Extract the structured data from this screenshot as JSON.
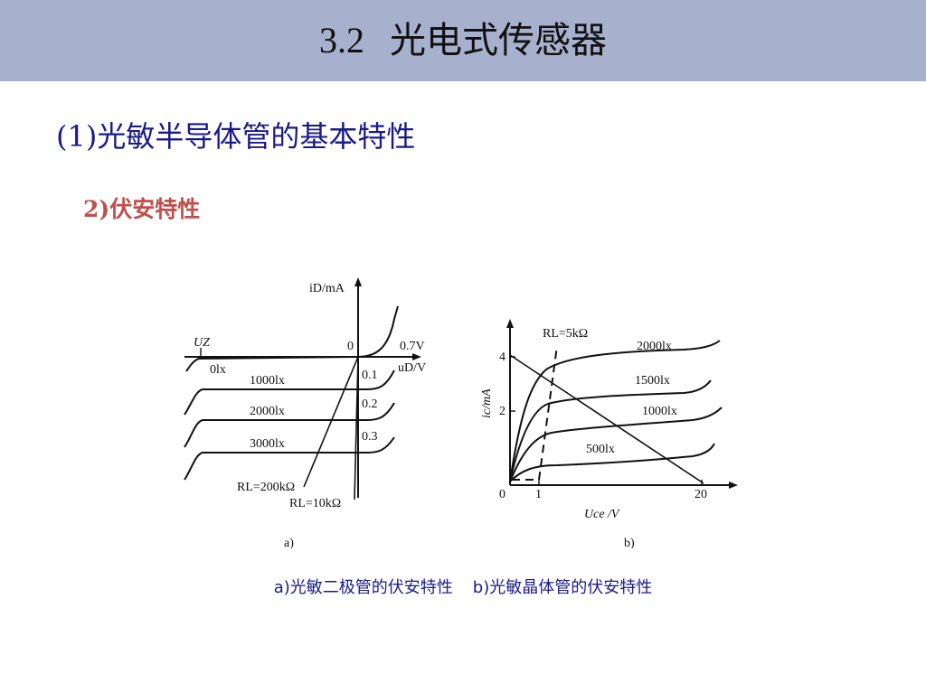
{
  "header": {
    "number": "3.2",
    "title": "光电式传感器"
  },
  "section_heading": "(1)光敏半导体管的基本特性",
  "sub_heading": "2)伏安特性",
  "figure_a": {
    "y_axis_label": "iD/mA",
    "x_axis_label": "uD/V",
    "origin_label": "0",
    "uz_label": "UZ",
    "voltage_label": "0.7V",
    "y_ticks": [
      "0.1",
      "0.2",
      "0.3"
    ],
    "curves": [
      "0lx",
      "1000lx",
      "2000lx",
      "3000lx"
    ],
    "load_lines": [
      "RL=200kΩ",
      "RL=10kΩ"
    ],
    "panel_label": "a)"
  },
  "figure_b": {
    "y_axis_label": "ic/mA",
    "x_axis_label": "Uce /V",
    "origin_label": "0",
    "x_ticks": [
      "1",
      "20"
    ],
    "y_ticks": [
      "4",
      "2"
    ],
    "load_line_label": "RL=5kΩ",
    "curves": [
      "2000lx",
      "1500lx",
      "1000lx",
      "500lx"
    ],
    "panel_label": "b)"
  },
  "caption": {
    "a": "a)光敏二极管的伏安特性",
    "b": "b)光敏晶体管的伏安特性"
  }
}
